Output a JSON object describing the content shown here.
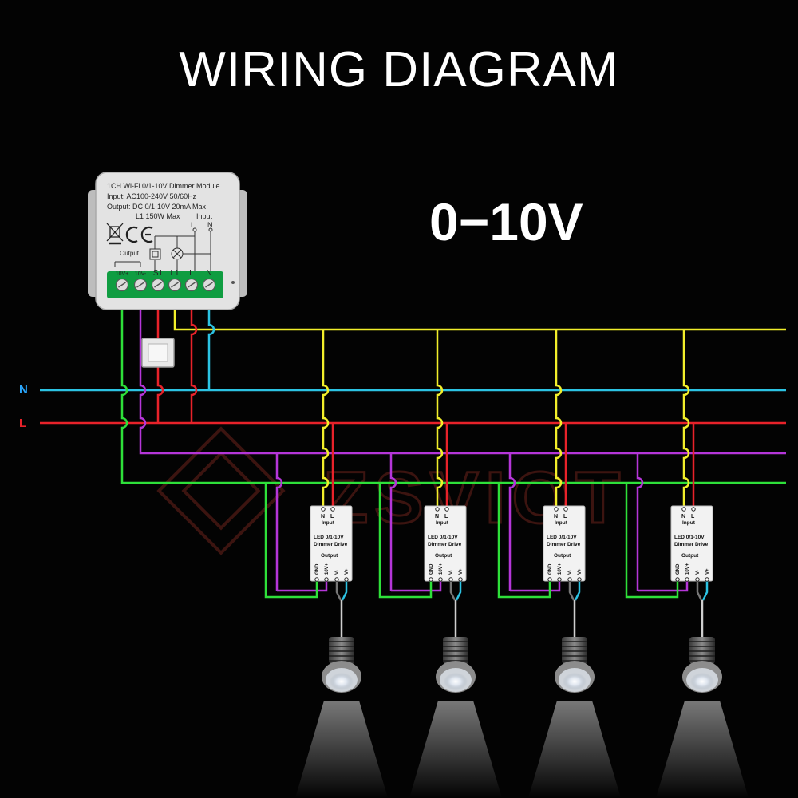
{
  "title": "WIRING DIAGRAM",
  "voltage_label": "0−10V",
  "bus_labels": {
    "neutral": "N",
    "live": "L"
  },
  "watermark": "ZSVIOT",
  "colors": {
    "neutral": "#2cc3e3",
    "live": "#e8222a",
    "signal_10v_plus": "#b536d9",
    "signal_10v_minus": "#2ee03a",
    "switch_line": "#f2ee2a",
    "label_neutral": "#2aa8ff",
    "label_live": "#e8222a"
  },
  "module": {
    "lines": [
      "1CH Wi-Fi 0/1-10V Dimmer Module",
      "Input: AC100-240V 50/60Hz",
      "Output: DC 0/1-10V 20mA Max",
      "L1 150W Max"
    ],
    "input_label": "Input",
    "output_label": "Output",
    "l_label": "L",
    "n_label": "N",
    "terminals": [
      "10V+",
      "10V-",
      "S1",
      "L1",
      "L",
      "N"
    ],
    "marks": [
      "weee-icon",
      "ce-mark-icon"
    ]
  },
  "driver": {
    "input_terminals": [
      "N",
      "L"
    ],
    "input_label": "Input",
    "name_line1": "LED 0/1-10V",
    "name_line2": "Dimmer Drive",
    "output_label": "Output",
    "output_terminals": [
      "GND",
      "10V+",
      "V-",
      "V+"
    ]
  },
  "driver_count": 4,
  "lamp_icon": "led-downlight-icon"
}
